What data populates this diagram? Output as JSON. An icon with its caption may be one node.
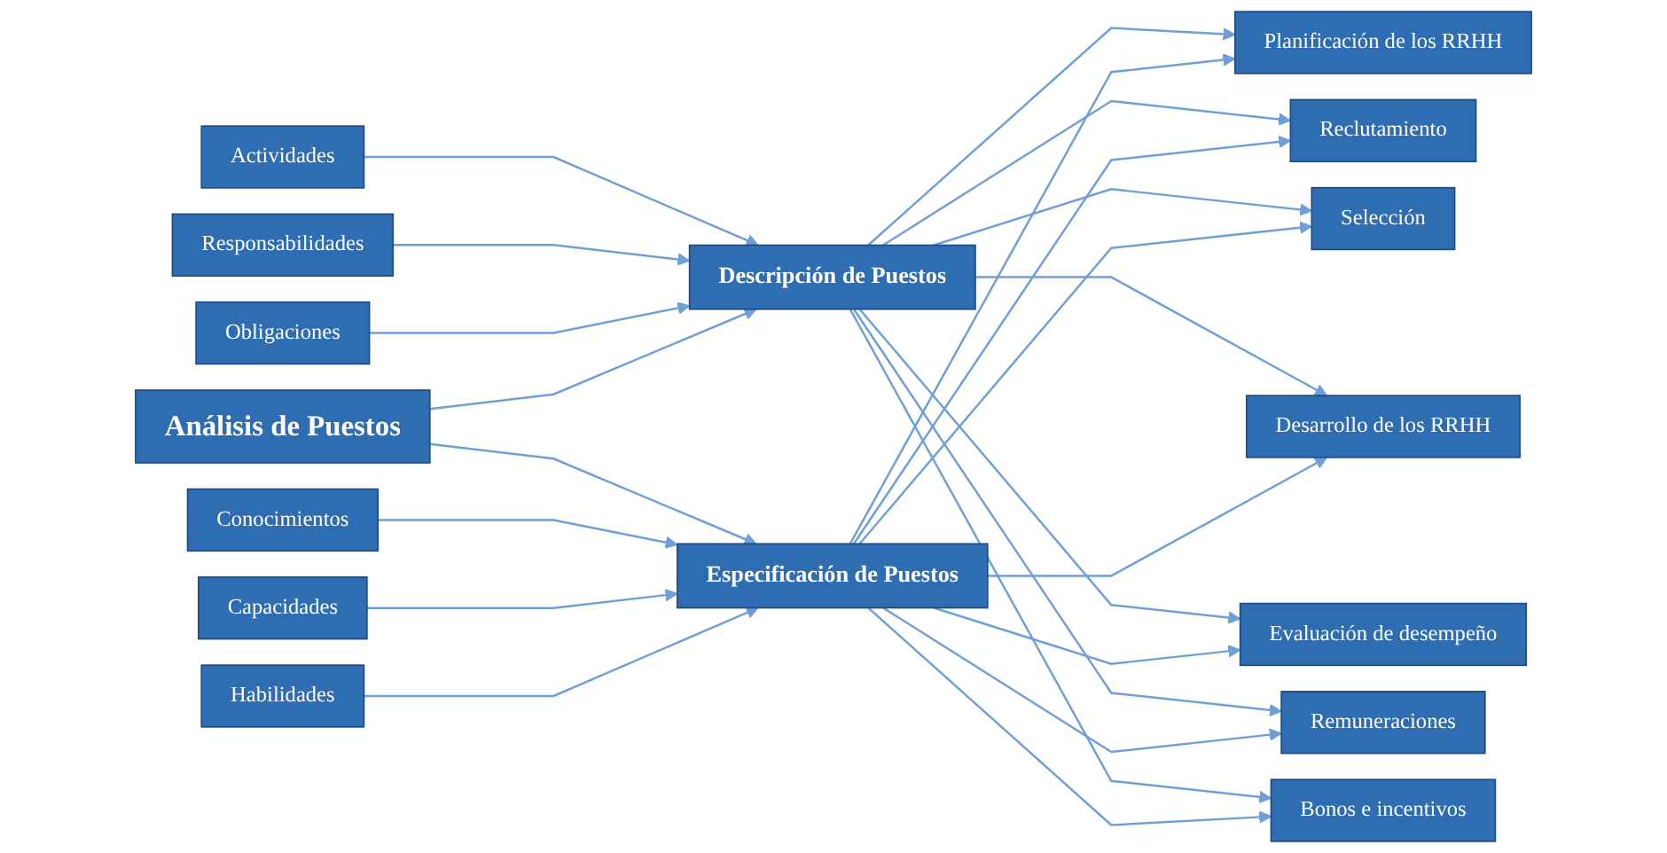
{
  "diagram": {
    "nodes": [
      {
        "text": [
          "Actividades"
        ]
      },
      {
        "text": [
          "Responsabilidades"
        ]
      },
      {
        "text": [
          "Obligaciones"
        ]
      },
      {
        "text": [
          "Análisis de Puestos"
        ]
      },
      {
        "text": [
          "Descripción de Puestos"
        ]
      },
      {
        "text": [
          "Especificación de Puestos"
        ]
      },
      {
        "text": [
          "Conocimientos"
        ]
      },
      {
        "text": [
          "Capacidades"
        ]
      },
      {
        "text": [
          "Habilidades"
        ]
      },
      {
        "text": [
          "Planificación de los RRHH"
        ]
      },
      {
        "text": [
          "Reclutamiento"
        ]
      },
      {
        "text": [
          "Selección"
        ]
      },
      {
        "text": [
          "Desarrollo de los RRHH"
        ]
      },
      {
        "text": [
          "Evaluación de desempeño"
        ]
      },
      {
        "text": [
          "Remuneraciones"
        ]
      },
      {
        "text": [
          "Bonos e incentivos"
        ]
      }
    ],
    "edges": [
      {
        "from": 0,
        "to": 4,
        "arrow": "to"
      },
      {
        "from": 1,
        "to": 4,
        "arrow": "to"
      },
      {
        "from": 2,
        "to": 4,
        "arrow": "to"
      },
      {
        "from": 3,
        "to": 4,
        "arrow": "to"
      },
      {
        "from": 3,
        "to": 5,
        "arrow": "to"
      },
      {
        "from": 6,
        "to": 5,
        "arrow": "to"
      },
      {
        "from": 7,
        "to": 5,
        "arrow": "to"
      },
      {
        "from": 8,
        "to": 5,
        "arrow": "to"
      },
      {
        "from": 4,
        "to": 9,
        "arrow": "to"
      },
      {
        "from": 4,
        "to": 10,
        "arrow": "to"
      },
      {
        "from": 4,
        "to": 11,
        "arrow": "to"
      },
      {
        "from": 4,
        "to": 12,
        "arrow": "to"
      },
      {
        "from": 4,
        "to": 13,
        "arrow": "to"
      },
      {
        "from": 4,
        "to": 14,
        "arrow": "to"
      },
      {
        "from": 4,
        "to": 15,
        "arrow": "to"
      },
      {
        "from": 5,
        "to": 9,
        "arrow": "to"
      },
      {
        "from": 5,
        "to": 10,
        "arrow": "to"
      },
      {
        "from": 5,
        "to": 11,
        "arrow": "to"
      },
      {
        "from": 5,
        "to": 12,
        "arrow": "to"
      },
      {
        "from": 5,
        "to": 13,
        "arrow": "to"
      },
      {
        "from": 5,
        "to": 14,
        "arrow": "to"
      },
      {
        "from": 5,
        "to": 15,
        "arrow": "to"
      }
    ]
  }
}
